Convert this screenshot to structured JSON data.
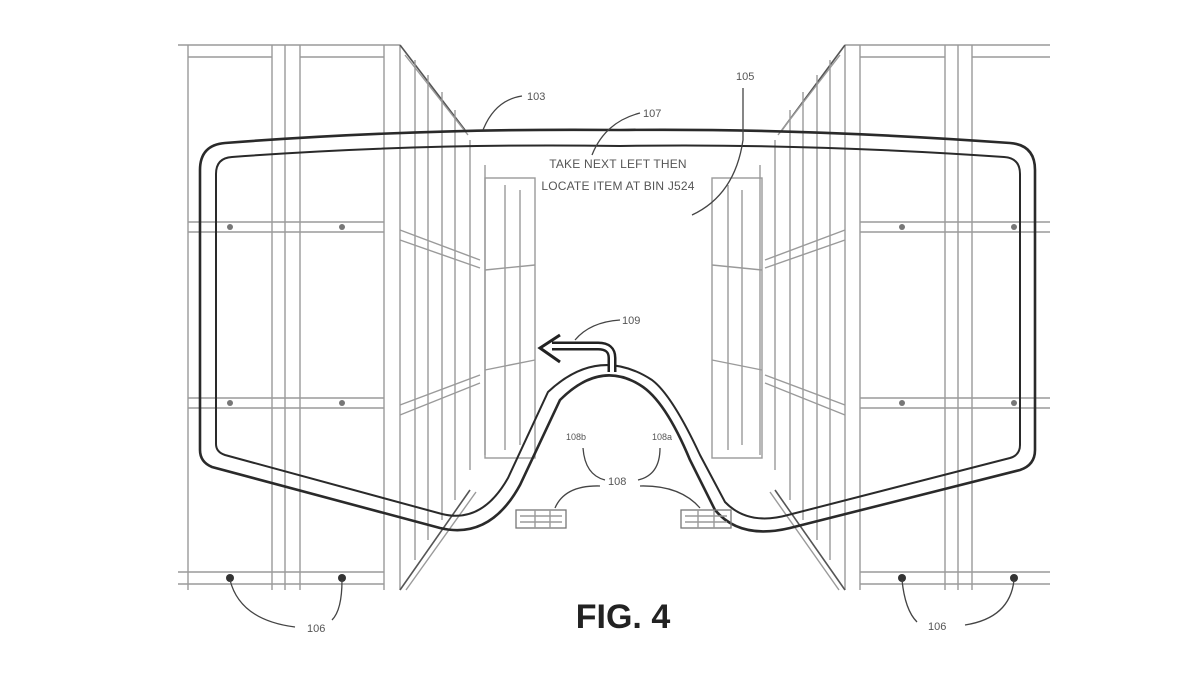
{
  "figure": {
    "caption": "FIG. 4",
    "display_message": {
      "line1": "TAKE NEXT LEFT THEN",
      "line2": "LOCATE ITEM AT BIN J524"
    },
    "reference_labels": {
      "headset": "103",
      "display_area": "105",
      "message": "107",
      "direction_arrow": "109",
      "floor_markers": "108",
      "floor_marker_a": "108b",
      "floor_marker_b": "108a",
      "shelving_left": "106",
      "shelving_right": "106"
    },
    "elements": [
      "left-shelving-unit",
      "right-shelving-unit",
      "aisle",
      "headset-display-frame",
      "turn-left-arrow",
      "floor-marker-left",
      "floor-marker-right"
    ]
  },
  "colors": {
    "background": "#ffffff",
    "line": "#2a2a2a",
    "light_line": "#9a9a9a"
  }
}
